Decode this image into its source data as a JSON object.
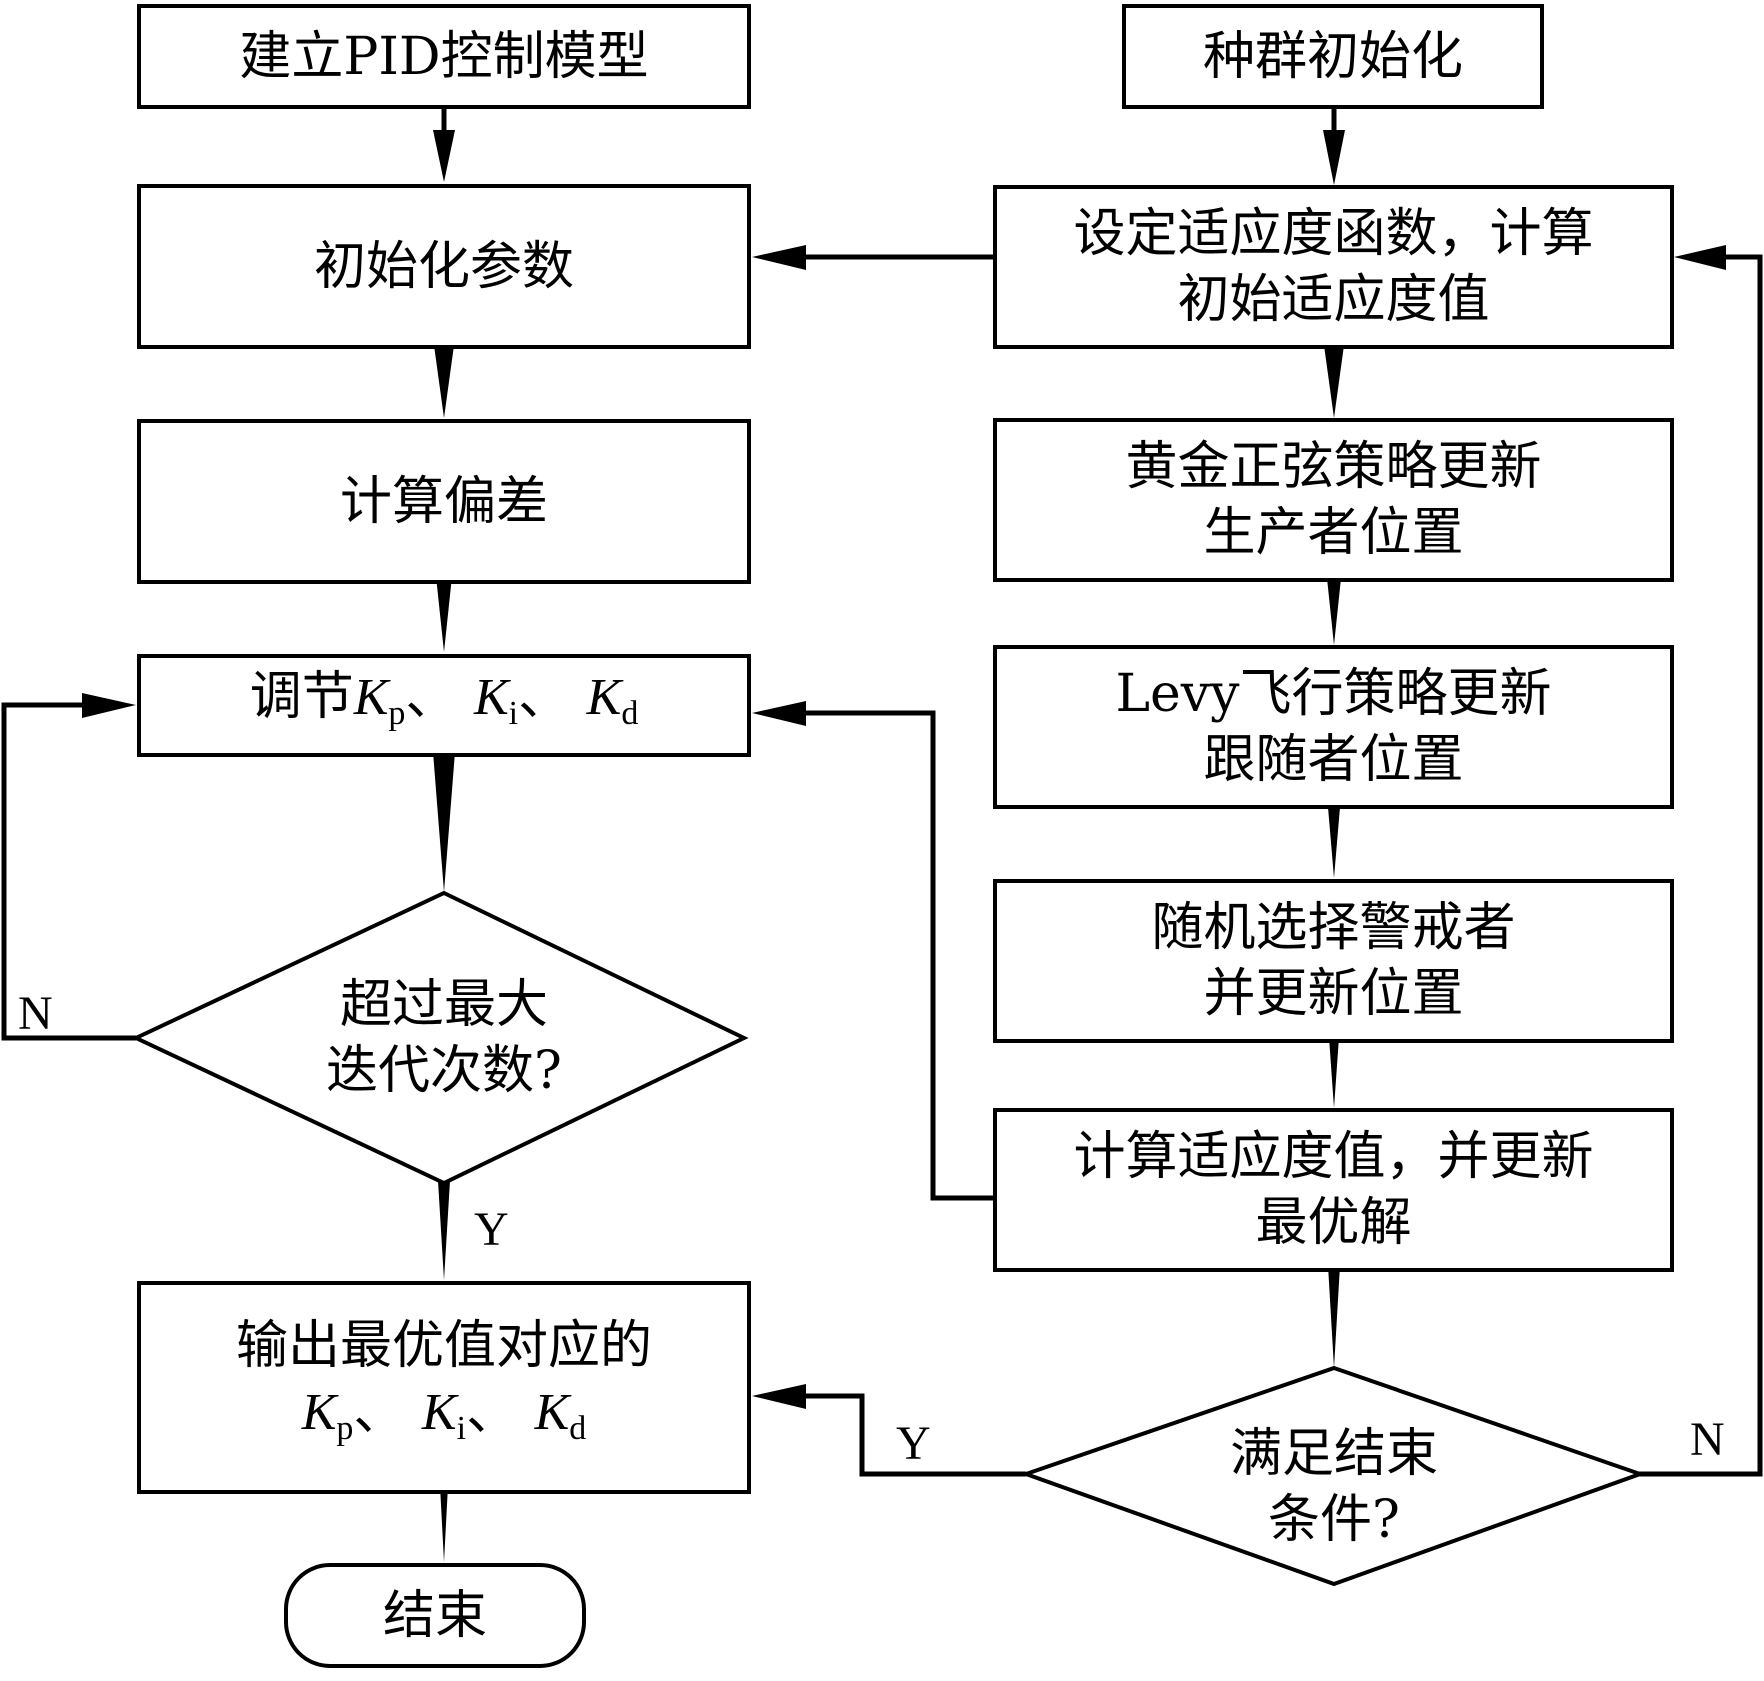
{
  "left_column": {
    "build_model": "建立PID控制模型",
    "init_params": "初始化参数",
    "compute_error": "计算偏差",
    "adjust": {
      "prefix": "调节",
      "k": "K",
      "sub_p": "p",
      "sub_i": "i",
      "sub_d": "d",
      "sep": "、"
    },
    "max_iter_decision": {
      "line1": "超过最大",
      "line2": "迭代次数?"
    },
    "output": {
      "line1": "输出最优值对应的",
      "k": "K",
      "sub_p": "p",
      "sub_i": "i",
      "sub_d": "d",
      "sep": "、"
    },
    "end": "结束"
  },
  "right_column": {
    "population_init": "种群初始化",
    "fitness_setup": {
      "line1": "设定适应度函数，计算",
      "line2": "初始适应度值"
    },
    "golden_sine": {
      "line1": "黄金正弦策略更新",
      "line2": "生产者位置"
    },
    "levy_flight": {
      "line1": "Levy飞行策略更新",
      "line2": "跟随者位置"
    },
    "alert": {
      "line1": "随机选择警戒者",
      "line2": "并更新位置"
    },
    "update_best": {
      "line1": "计算适应度值，并更新",
      "line2": "最优解"
    },
    "end_condition_decision": {
      "line1": "满足结束",
      "line2": "条件?"
    }
  },
  "branch_labels": {
    "max_iter_no": "N",
    "max_iter_yes": "Y",
    "end_condition_yes": "Y",
    "end_condition_no": "N"
  }
}
